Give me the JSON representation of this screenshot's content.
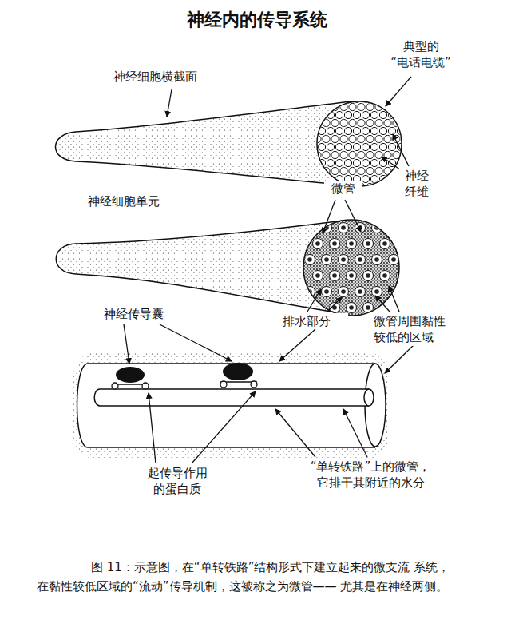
{
  "diagram": {
    "title": "神经内的传导系统",
    "caption": "图 11：示意图，在“单转铁路”结构形式下建立起来的微支流 系统，在黏性较低区域的“流动”传导机制，这被称之为微管—— 尤其是在神经两侧。",
    "labels": [
      "神经细胞横截面",
      "典型的 “电话电缆”",
      "神经 纤维",
      "神经细胞单元",
      "微管",
      "神经传导囊",
      "排水部分",
      "微管周围黏性 较低的区域",
      "起传导作用 的蛋白质",
      "“单转铁路”上的微管， 它排干其附近的水分"
    ]
  }
}
